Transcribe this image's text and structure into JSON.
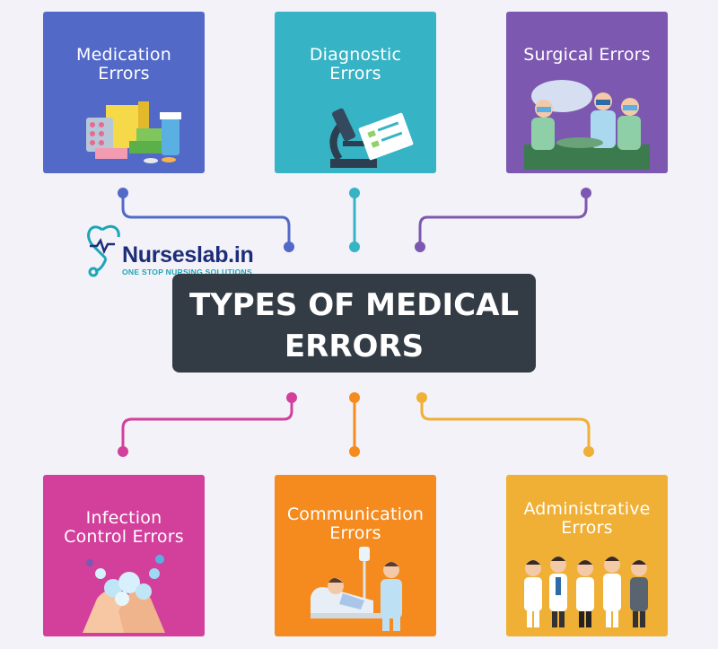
{
  "title_lines": [
    "TYPES OF MEDICAL",
    "ERRORS"
  ],
  "logo": {
    "brand": "Nurseslab.in",
    "tagline": "ONE STOP NURSING SOLUTIONS"
  },
  "cards": [
    {
      "id": "medication",
      "lines": [
        "Medication",
        "Errors"
      ],
      "color": "#5269c8"
    },
    {
      "id": "diagnostic",
      "lines": [
        "Diagnostic",
        "Errors"
      ],
      "color": "#37b3c6"
    },
    {
      "id": "surgical",
      "lines": [
        "Surgical Errors"
      ],
      "color": "#7c58b0"
    },
    {
      "id": "infection",
      "lines": [
        "Infection",
        "Control Errors"
      ],
      "color": "#d2409c"
    },
    {
      "id": "communication",
      "lines": [
        "Communication",
        "Errors"
      ],
      "color": "#f58b1f"
    },
    {
      "id": "administrative",
      "lines": [
        "Administrative",
        "Errors"
      ],
      "color": "#efb035"
    }
  ],
  "colors": {
    "background": "#f3f2f8",
    "center_box": "#333c45",
    "logo_navy": "#1e2d79",
    "logo_teal": "#1ba6b7"
  }
}
